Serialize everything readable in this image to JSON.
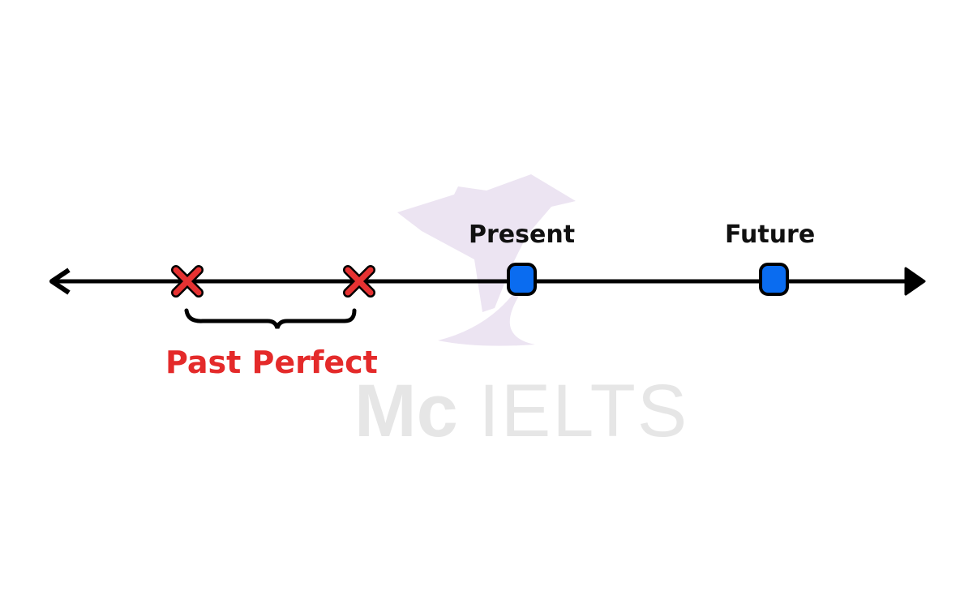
{
  "labels": {
    "present": "Present",
    "future": "Future",
    "past_perfect": "Past Perfect"
  },
  "watermark": {
    "bold": "Mc",
    "light": "IELTS"
  },
  "colors": {
    "line": "#000000",
    "past_marker": "#e63232",
    "time_marker": "#0a6cf0",
    "past_perfect_text": "#e42a2a",
    "watermark_logo": "#ece4f2"
  }
}
